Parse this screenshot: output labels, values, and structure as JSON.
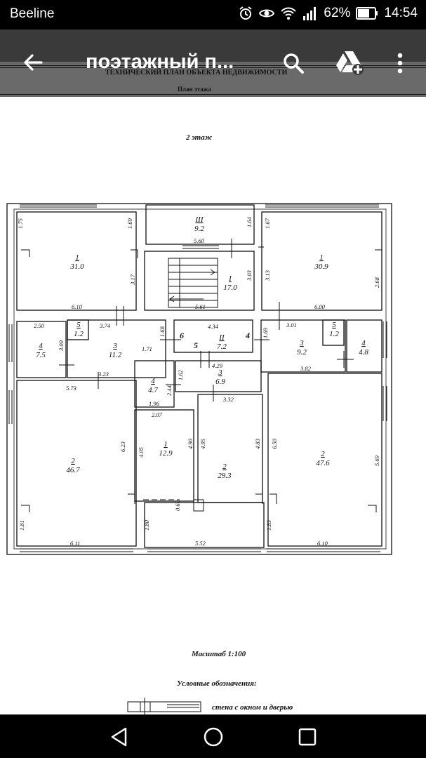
{
  "status": {
    "carrier": "Beeline",
    "battery": "62%",
    "time": "14:54"
  },
  "appbar": {
    "title": "поэтажный п...",
    "doc_header": "ТЕХНИЧЕСКИЙ  ПЛАН  ОБЪЕКТА НЕДВИЖИМОСТИ",
    "doc_sub": "План этажа"
  },
  "icons": {
    "back": "arrow-back-icon",
    "search": "search-icon",
    "drive": "drive-add-icon",
    "menu": "more-vert-icon"
  },
  "plan": {
    "floor_title": "2 этаж",
    "scale": "Масштаб 1:100",
    "legend_title": "Условные обозначения:",
    "legend_item": "стена с окном и дверью",
    "rooms": [
      {
        "num": "III",
        "area": "9.2"
      },
      {
        "num": "1",
        "area": "31.0"
      },
      {
        "num": "I",
        "area": "17.0"
      },
      {
        "num": "1",
        "area": "30.9"
      },
      {
        "num": "5",
        "area": "1.2"
      },
      {
        "num": "4",
        "area": "7.5"
      },
      {
        "num": "3",
        "area": "11.2"
      },
      {
        "num": "II",
        "area": "7.2"
      },
      {
        "num": "3",
        "area": "9.2"
      },
      {
        "num": "5",
        "area": "1.2"
      },
      {
        "num": "4",
        "area": "4.8"
      },
      {
        "num": "3",
        "area": "6.9"
      },
      {
        "num": "4",
        "area": "4.7"
      },
      {
        "num": "2",
        "area": "46.7"
      },
      {
        "num": "1",
        "area": "12.9"
      },
      {
        "num": "2",
        "area": "29.3"
      },
      {
        "num": "2",
        "area": "47.6"
      }
    ],
    "dims": [
      "1.75",
      "1.69",
      "5.60",
      "1.64",
      "1.67",
      "3.17",
      "3.03",
      "3.13",
      "2.68",
      "6.10",
      "5.61",
      "6.00",
      "3.74",
      "4.34",
      "3.01",
      "2.50",
      "1.68",
      "1.69",
      "3.00",
      "1.71",
      "3.82",
      "4.29",
      "1.62",
      "3.23",
      "2.44",
      "5.73",
      "3.32",
      "1.96",
      "2.07",
      "6.23",
      "4.05",
      "4.90",
      "4.95",
      "4.83",
      "6.50",
      "5.69",
      "0.60",
      "1.81",
      "1.80",
      "1.83",
      "6.11",
      "5.52",
      "6.10"
    ],
    "labels": [
      "6",
      "5",
      "4"
    ]
  },
  "nav": {
    "back": "nav-back-icon",
    "home": "nav-home-icon",
    "recents": "nav-recents-icon"
  }
}
